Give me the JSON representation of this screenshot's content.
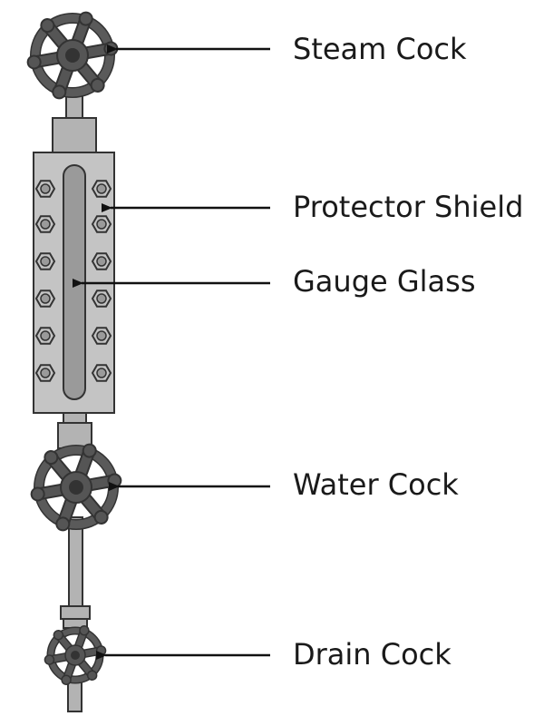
{
  "labels": {
    "steam_cock": "Steam Cock",
    "protector_shield": "Protector Shield",
    "gauge_glass": "Gauge Glass",
    "water_cock": "Water Cock",
    "drain_cock": "Drain Cock"
  },
  "colors": {
    "outline": "#333333",
    "pipe_fill": "#b3b3b3",
    "shield_fill": "#c4c4c4",
    "glass_fill": "#9a9a9a",
    "handwheel": "#555555",
    "arrow": "#111111",
    "label_text": "#1a1a1a"
  },
  "icons": [
    "handwheel-valve-icon",
    "hex-bolt-icon",
    "arrow-left-icon"
  ]
}
